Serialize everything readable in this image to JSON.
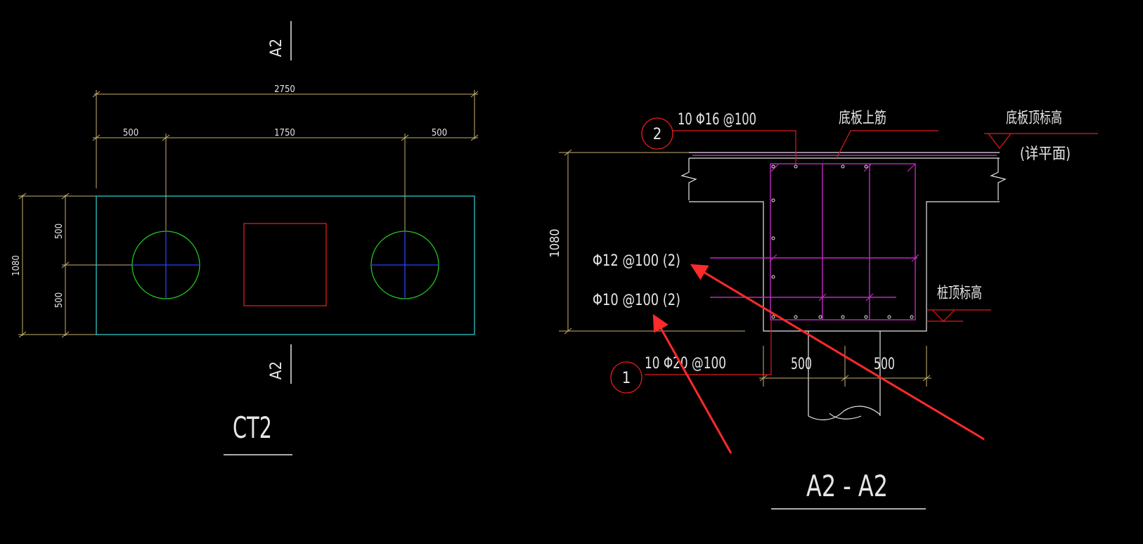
{
  "colors": {
    "background": "#000000",
    "dimension": "#c8b070",
    "outline": "#33d6d6",
    "pile_circle": "#22c322",
    "pile_cross": "#2244ff",
    "column": "#e01c1c",
    "rebar": "#c22bc2",
    "leader": "#e01c1c",
    "text": "#e6e6e6",
    "annotation_arrow": "#ff2a2a"
  },
  "plan": {
    "section_mark_top": "A2",
    "section_mark_bottom": "A2",
    "dim_overall": "2750",
    "dim_left": "500",
    "dim_middle": "1750",
    "dim_right": "500",
    "dim_height_total": "1080",
    "dim_height_top": "500",
    "dim_height_bottom": "500",
    "title": "CT2"
  },
  "section": {
    "rebar_top_callout": "10 Φ16 @100",
    "rebar_top_marker": "2",
    "top_bar_label": "底板上筋",
    "slab_top_elevation": "底板顶标高",
    "slab_top_note": "(详平面)",
    "depth": "1080",
    "stirrup_1": "Φ12 @100 (2)",
    "stirrup_2": "Φ10 @100 (2)",
    "pile_top_elevation": "桩顶标高",
    "rebar_bottom_callout": "10 Φ20 @100",
    "rebar_bottom_marker": "1",
    "dim_half_left": "500",
    "dim_half_right": "500",
    "title": "A2 - A2"
  }
}
